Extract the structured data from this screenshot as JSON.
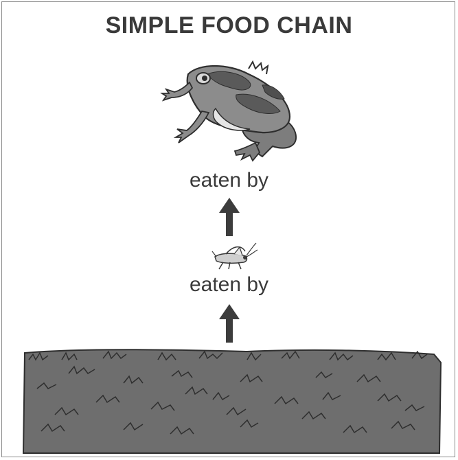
{
  "title": "SIMPLE FOOD CHAIN",
  "chain": [
    {
      "organism": "frog",
      "icon": "frog-icon"
    },
    {
      "relation": "eaten by"
    },
    {
      "organism": "grasshopper",
      "icon": "grasshopper-icon"
    },
    {
      "relation": "eaten by"
    },
    {
      "organism": "grass",
      "icon": "grass-icon"
    }
  ],
  "labels": {
    "top_relation": "eaten by",
    "bottom_relation": "eaten by"
  },
  "colors": {
    "text": "#3a3a3a",
    "arrow": "#3c3c3c",
    "ground": "#6e6e6e",
    "frog_body": "#8c8c8c"
  }
}
